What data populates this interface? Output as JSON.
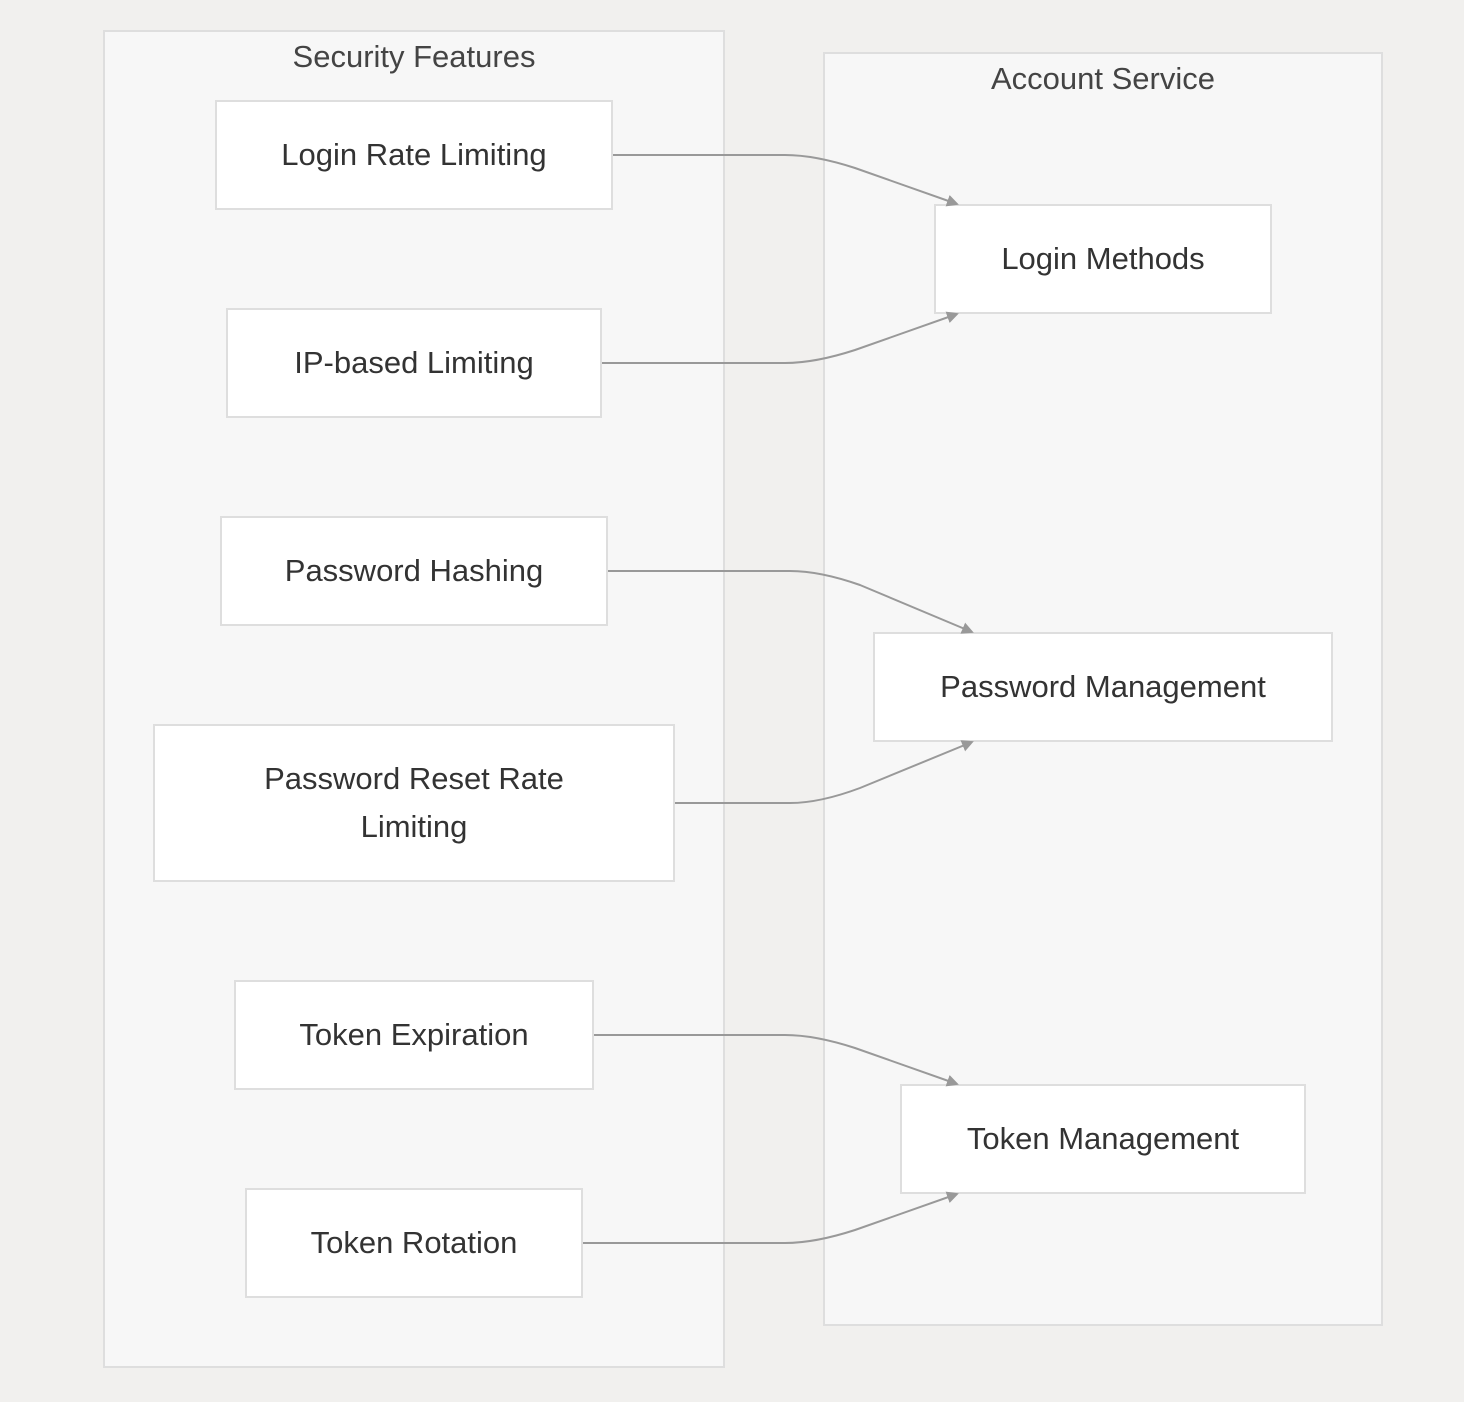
{
  "groups": {
    "security": {
      "title": "Security Features"
    },
    "account": {
      "title": "Account Service"
    }
  },
  "nodes": {
    "login_rate_limiting": "Login Rate Limiting",
    "ip_based_limiting": "IP-based Limiting",
    "password_hashing": "Password Hashing",
    "password_reset_rate_limiting": "Password Reset Rate Limiting",
    "token_expiration": "Token Expiration",
    "token_rotation": "Token Rotation",
    "login_methods": "Login Methods",
    "password_management": "Password Management",
    "token_management": "Token Management"
  },
  "edges": [
    {
      "from": "Login Rate Limiting",
      "to": "Login Methods"
    },
    {
      "from": "IP-based Limiting",
      "to": "Login Methods"
    },
    {
      "from": "Password Hashing",
      "to": "Password Management"
    },
    {
      "from": "Password Reset Rate Limiting",
      "to": "Password Management"
    },
    {
      "from": "Token Expiration",
      "to": "Token Management"
    },
    {
      "from": "Token Rotation",
      "to": "Token Management"
    }
  ],
  "colors": {
    "background": "#f1f0ee",
    "group_fill": "#f7f7f7",
    "border": "#dedede",
    "edge": "#999999",
    "text": "#333333"
  }
}
